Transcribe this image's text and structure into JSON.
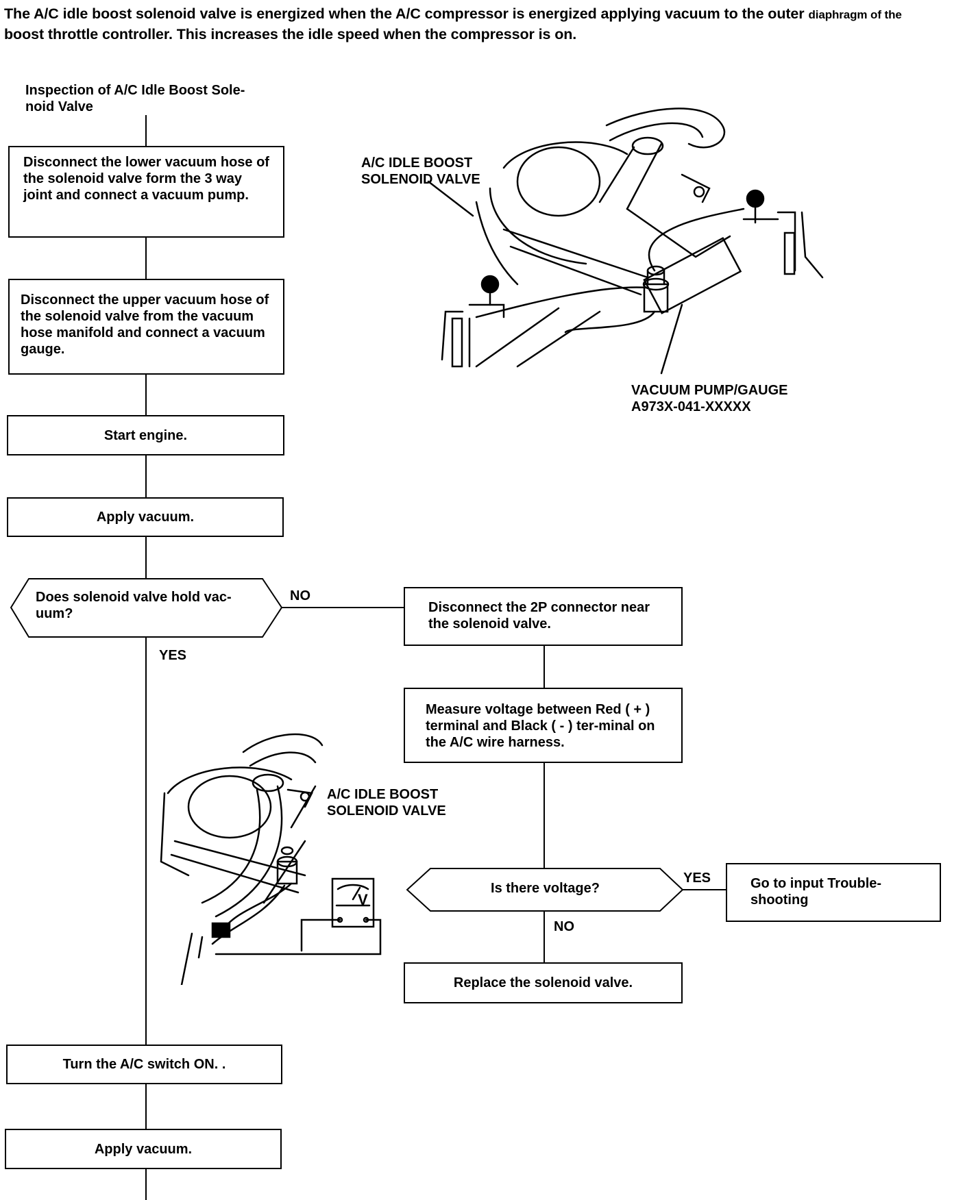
{
  "intro": {
    "text_main": "The A/C idle boost solenoid valve is energized when the A/C compressor is energized applying vacuum to the outer ",
    "text_small": "diaphragm of the",
    "text_line2": "boost throttle controller. This increases the idle speed when the compressor is on."
  },
  "flow": {
    "start_label": "Inspection of A/C Idle Boost Sole-\nnoid Valve",
    "step1": "Disconnect the lower vacuum hose of the solenoid valve form the 3 way joint and connect a vacuum pump.",
    "step2": "Disconnect the upper vacuum hose of the solenoid valve from the vacuum hose manifold and connect a vacuum gauge.",
    "step3": "Start engine.",
    "step4": "Apply vacuum.",
    "decision1": "Does solenoid valve hold vac-\nuum?",
    "decision1_no": "NO",
    "decision1_yes": "YES",
    "no_step1": "Disconnect the 2P connector near the solenoid valve.",
    "no_step2": "Measure voltage between Red ( + ) terminal and Black ( - ) ter-minal on the A/C wire harness.",
    "decision2": "Is there voltage?",
    "decision2_yes": "YES",
    "decision2_no": "NO",
    "yes_result": "Go to input Trouble-\nshooting",
    "no_result": "Replace the solenoid valve.",
    "step5": "Turn the A/C switch ON. .",
    "step6": "Apply vacuum."
  },
  "illustrations": {
    "top_callout": "A/C IDLE BOOST\nSOLENOID VALVE",
    "pump_callout": "VACUUM PUMP/GAUGE\nA973X-041-XXXXX",
    "bottom_callout": "A/C IDLE BOOST\nSOLENOID VALVE",
    "meter_symbol": "V"
  }
}
